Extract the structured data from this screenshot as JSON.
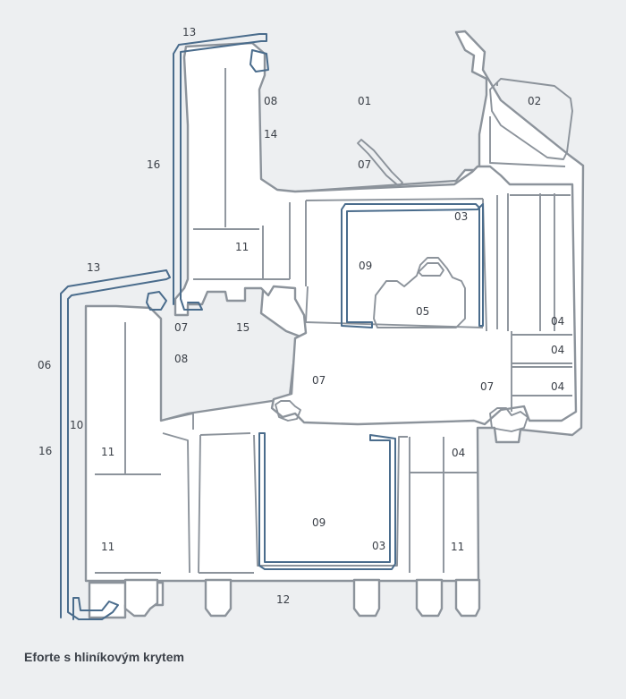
{
  "caption": "Eforte s hliníkovým krytem",
  "colors": {
    "background": "#edeff1",
    "profile_outline": "#8c939b",
    "reinforcement": "#4a6c8c",
    "label": "#3a3f47"
  },
  "labels": {
    "l01": "01",
    "l02": "02",
    "l03a": "03",
    "l03b": "03",
    "l04a": "04",
    "l04b": "04",
    "l04c": "04",
    "l04d": "04",
    "l05": "05",
    "l06": "06",
    "l07a": "07",
    "l07b": "07",
    "l07c": "07",
    "l07d": "07",
    "l08a": "08",
    "l08b": "08",
    "l09a": "09",
    "l09b": "09",
    "l10": "10",
    "l11a": "11",
    "l11b": "11",
    "l11c": "11",
    "l11d": "11",
    "l12": "12",
    "l13a": "13",
    "l13b": "13",
    "l14": "14",
    "l15": "15",
    "l16a": "16",
    "l16b": "16"
  }
}
